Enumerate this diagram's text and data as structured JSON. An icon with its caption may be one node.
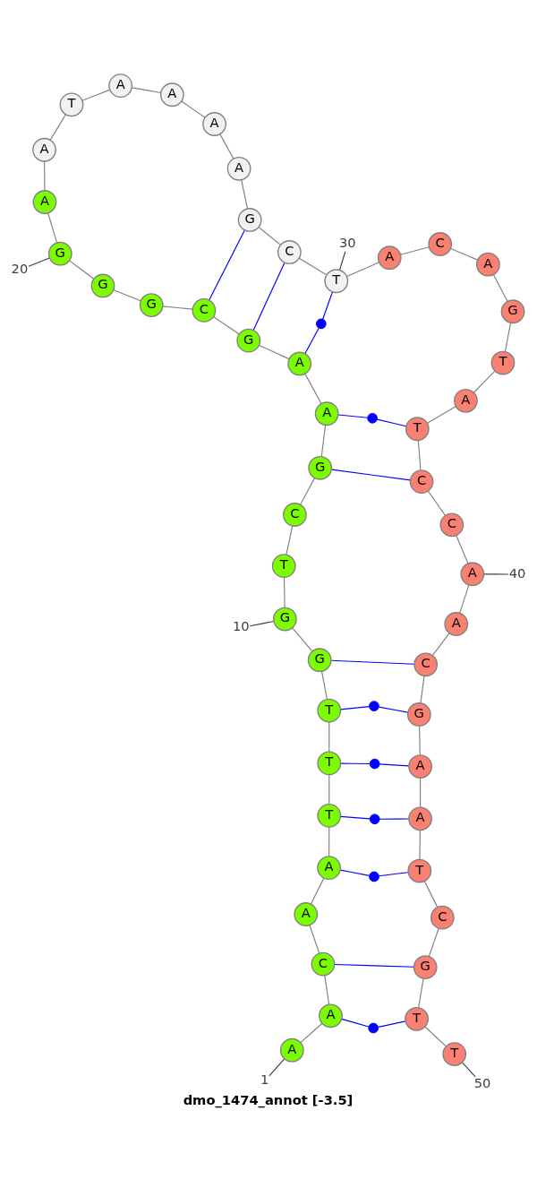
{
  "diagram": {
    "title": "dmo_1474_annot [-3.5]",
    "nodes": [
      {
        "text": [
          "A"
        ]
      },
      {
        "text": [
          "A"
        ]
      },
      {
        "text": [
          "C"
        ]
      },
      {
        "text": [
          "A"
        ]
      },
      {
        "text": [
          "A"
        ]
      },
      {
        "text": [
          "T"
        ]
      },
      {
        "text": [
          "T"
        ]
      },
      {
        "text": [
          "T"
        ]
      },
      {
        "text": [
          "G"
        ]
      },
      {
        "text": [
          "G"
        ]
      },
      {
        "text": [
          "T"
        ]
      },
      {
        "text": [
          "C"
        ]
      },
      {
        "text": [
          "G"
        ]
      },
      {
        "text": [
          "A"
        ]
      },
      {
        "text": [
          "A"
        ]
      },
      {
        "text": [
          "G"
        ]
      },
      {
        "text": [
          "C"
        ]
      },
      {
        "text": [
          "G"
        ]
      },
      {
        "text": [
          "G"
        ]
      },
      {
        "text": [
          "G"
        ]
      },
      {
        "text": [
          "A"
        ]
      },
      {
        "text": [
          "A"
        ]
      },
      {
        "text": [
          "T"
        ]
      },
      {
        "text": [
          "A"
        ]
      },
      {
        "text": [
          "A"
        ]
      },
      {
        "text": [
          "A"
        ]
      },
      {
        "text": [
          "A"
        ]
      },
      {
        "text": [
          "G"
        ]
      },
      {
        "text": [
          "C"
        ]
      },
      {
        "text": [
          "T"
        ]
      },
      {
        "text": [
          "A"
        ]
      },
      {
        "text": [
          "C"
        ]
      },
      {
        "text": [
          "A"
        ]
      },
      {
        "text": [
          "G"
        ]
      },
      {
        "text": [
          "T"
        ]
      },
      {
        "text": [
          "A"
        ]
      },
      {
        "text": [
          "T"
        ]
      },
      {
        "text": [
          "C"
        ]
      },
      {
        "text": [
          "C"
        ]
      },
      {
        "text": [
          "A"
        ]
      },
      {
        "text": [
          "A"
        ]
      },
      {
        "text": [
          "C"
        ]
      },
      {
        "text": [
          "G"
        ]
      },
      {
        "text": [
          "A"
        ]
      },
      {
        "text": [
          "A"
        ]
      },
      {
        "text": [
          "T"
        ]
      },
      {
        "text": [
          "C"
        ]
      },
      {
        "text": [
          "G"
        ]
      },
      {
        "text": [
          "T"
        ]
      },
      {
        "text": [
          "T"
        ]
      },
      {
        "text": [],
        "shape": "circle"
      },
      {
        "text": [],
        "shape": "circle"
      },
      {
        "text": [],
        "shape": "circle"
      },
      {
        "text": [],
        "shape": "circle"
      },
      {
        "text": [],
        "shape": "circle"
      },
      {
        "text": [],
        "shape": "circle"
      },
      {
        "text": [],
        "shape": "circle"
      },
      {
        "text": [
          "1"
        ]
      },
      {
        "text": [
          "10"
        ]
      },
      {
        "text": [
          "20"
        ]
      },
      {
        "text": [
          "30"
        ]
      },
      {
        "text": [
          "40"
        ]
      },
      {
        "text": [
          "50"
        ]
      }
    ],
    "edges": [
      {
        "from": 0,
        "to": 1,
        "arrow": "none"
      },
      {
        "from": 1,
        "to": 2,
        "arrow": "none"
      },
      {
        "from": 2,
        "to": 3,
        "arrow": "none"
      },
      {
        "from": 3,
        "to": 4,
        "arrow": "none"
      },
      {
        "from": 4,
        "to": 5,
        "arrow": "none"
      },
      {
        "from": 5,
        "to": 6,
        "arrow": "none"
      },
      {
        "from": 6,
        "to": 7,
        "arrow": "none"
      },
      {
        "from": 7,
        "to": 8,
        "arrow": "none"
      },
      {
        "from": 8,
        "to": 9,
        "arrow": "none"
      },
      {
        "from": 9,
        "to": 10,
        "arrow": "none"
      },
      {
        "from": 10,
        "to": 11,
        "arrow": "none"
      },
      {
        "from": 11,
        "to": 12,
        "arrow": "none"
      },
      {
        "from": 12,
        "to": 13,
        "arrow": "none"
      },
      {
        "from": 13,
        "to": 14,
        "arrow": "none"
      },
      {
        "from": 14,
        "to": 15,
        "arrow": "none"
      },
      {
        "from": 15,
        "to": 16,
        "arrow": "none"
      },
      {
        "from": 16,
        "to": 17,
        "arrow": "none"
      },
      {
        "from": 17,
        "to": 18,
        "arrow": "none"
      },
      {
        "from": 18,
        "to": 19,
        "arrow": "none"
      },
      {
        "from": 19,
        "to": 20,
        "arrow": "none"
      },
      {
        "from": 20,
        "to": 21,
        "arrow": "none"
      },
      {
        "from": 21,
        "to": 22,
        "arrow": "none"
      },
      {
        "from": 22,
        "to": 23,
        "arrow": "none"
      },
      {
        "from": 23,
        "to": 24,
        "arrow": "none"
      },
      {
        "from": 24,
        "to": 25,
        "arrow": "none"
      },
      {
        "from": 25,
        "to": 26,
        "arrow": "none"
      },
      {
        "from": 26,
        "to": 27,
        "arrow": "none"
      },
      {
        "from": 27,
        "to": 28,
        "arrow": "none"
      },
      {
        "from": 28,
        "to": 29,
        "arrow": "none"
      },
      {
        "from": 29,
        "to": 30,
        "arrow": "none"
      },
      {
        "from": 30,
        "to": 31,
        "arrow": "none"
      },
      {
        "from": 31,
        "to": 32,
        "arrow": "none"
      },
      {
        "from": 32,
        "to": 33,
        "arrow": "none"
      },
      {
        "from": 33,
        "to": 34,
        "arrow": "none"
      },
      {
        "from": 34,
        "to": 35,
        "arrow": "none"
      },
      {
        "from": 35,
        "to": 36,
        "arrow": "none"
      },
      {
        "from": 36,
        "to": 37,
        "arrow": "none"
      },
      {
        "from": 37,
        "to": 38,
        "arrow": "none"
      },
      {
        "from": 38,
        "to": 39,
        "arrow": "none"
      },
      {
        "from": 39,
        "to": 40,
        "arrow": "none"
      },
      {
        "from": 40,
        "to": 41,
        "arrow": "none"
      },
      {
        "from": 41,
        "to": 42,
        "arrow": "none"
      },
      {
        "from": 42,
        "to": 43,
        "arrow": "none"
      },
      {
        "from": 43,
        "to": 44,
        "arrow": "none"
      },
      {
        "from": 44,
        "to": 45,
        "arrow": "none"
      },
      {
        "from": 45,
        "to": 46,
        "arrow": "none"
      },
      {
        "from": 46,
        "to": 47,
        "arrow": "none"
      },
      {
        "from": 47,
        "to": 48,
        "arrow": "none"
      },
      {
        "from": 48,
        "to": 49,
        "arrow": "none"
      },
      {
        "from": 1,
        "to": 56,
        "arrow": "none",
        "color": "#0000ff"
      },
      {
        "from": 56,
        "to": 48,
        "arrow": "none",
        "color": "#0000ff"
      },
      {
        "from": 2,
        "to": 47,
        "arrow": "none",
        "color": "#0000ff"
      },
      {
        "from": 4,
        "to": 55,
        "arrow": "none",
        "color": "#0000ff"
      },
      {
        "from": 55,
        "to": 45,
        "arrow": "none",
        "color": "#0000ff"
      },
      {
        "from": 5,
        "to": 54,
        "arrow": "none",
        "color": "#0000ff"
      },
      {
        "from": 54,
        "to": 44,
        "arrow": "none",
        "color": "#0000ff"
      },
      {
        "from": 6,
        "to": 53,
        "arrow": "none",
        "color": "#0000ff"
      },
      {
        "from": 53,
        "to": 43,
        "arrow": "none",
        "color": "#0000ff"
      },
      {
        "from": 7,
        "to": 52,
        "arrow": "none",
        "color": "#0000ff"
      },
      {
        "from": 52,
        "to": 42,
        "arrow": "none",
        "color": "#0000ff"
      },
      {
        "from": 8,
        "to": 41,
        "arrow": "none",
        "color": "#0000ff"
      },
      {
        "from": 12,
        "to": 37,
        "arrow": "none",
        "color": "#0000ff"
      },
      {
        "from": 13,
        "to": 51,
        "arrow": "none",
        "color": "#0000ff"
      },
      {
        "from": 51,
        "to": 36,
        "arrow": "none",
        "color": "#0000ff"
      },
      {
        "from": 14,
        "to": 50,
        "arrow": "none",
        "color": "#0000ff"
      },
      {
        "from": 50,
        "to": 29,
        "arrow": "none",
        "color": "#0000ff"
      },
      {
        "from": 15,
        "to": 28,
        "arrow": "none",
        "color": "#0000ff"
      },
      {
        "from": 16,
        "to": 27,
        "arrow": "none",
        "color": "#0000ff"
      },
      {
        "from": 57,
        "to": 0,
        "arrow": "none",
        "color": "#404040"
      },
      {
        "from": 58,
        "to": 9,
        "arrow": "none",
        "color": "#404040"
      },
      {
        "from": 59,
        "to": 19,
        "arrow": "none",
        "color": "#404040"
      },
      {
        "from": 60,
        "to": 29,
        "arrow": "none",
        "color": "#404040"
      },
      {
        "from": 61,
        "to": 39,
        "arrow": "none",
        "color": "#404040"
      },
      {
        "from": 62,
        "to": 49,
        "arrow": "none",
        "color": "#404040"
      }
    ]
  }
}
